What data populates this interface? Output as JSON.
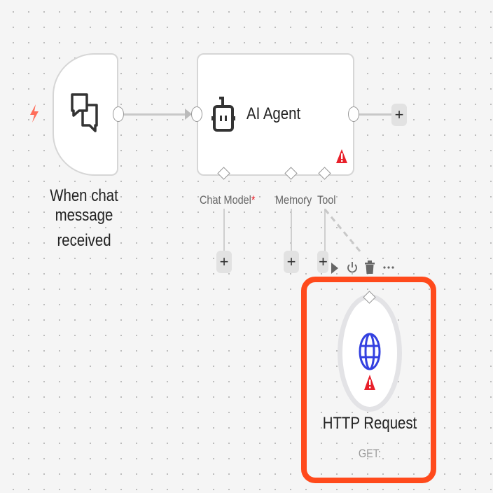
{
  "trigger": {
    "title_line1": "When chat message",
    "title_line2": "received"
  },
  "agent": {
    "title": "AI Agent",
    "inputs": [
      {
        "label": "Chat Model",
        "required_mark": "*"
      },
      {
        "label": "Memory"
      },
      {
        "label": "Tool"
      }
    ]
  },
  "http": {
    "title": "HTTP Request",
    "subtitle": "GET:"
  },
  "add_label": "+",
  "colors": {
    "selection": "#ff4a1c",
    "warning": "#e8202a",
    "globe": "#3340e0",
    "trigger_bolt": "#ff6d5a"
  }
}
